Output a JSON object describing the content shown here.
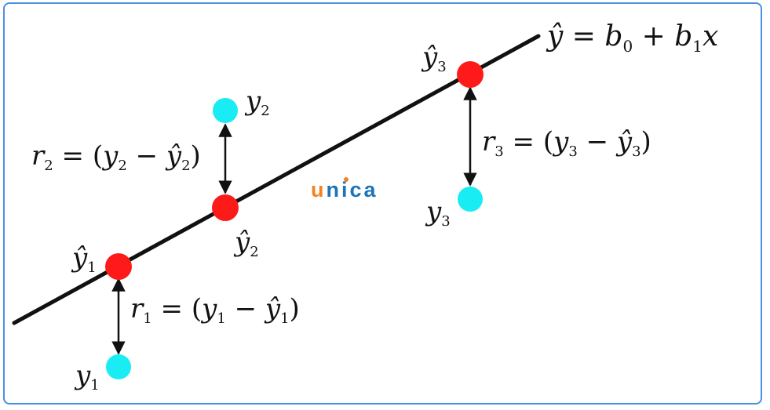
{
  "colors": {
    "line": "#111111",
    "predicted_point": "#ff1a1a",
    "observed_point": "#19ecf2",
    "frame_border": "#4a90e2",
    "logo_orange": "#f58220",
    "logo_blue": "#1f73b7"
  },
  "equation": {
    "yhat": "ŷ",
    "equals": " = ",
    "b": "b",
    "sub0": "0",
    "plus": " + ",
    "b1": "b",
    "sub1": "1",
    "x": "x"
  },
  "points": [
    {
      "observed": "y",
      "predicted": "ŷ",
      "index": "1",
      "residual": "r"
    },
    {
      "observed": "y",
      "predicted": "ŷ",
      "index": "2",
      "residual": "r"
    },
    {
      "observed": "y",
      "predicted": "ŷ",
      "index": "3",
      "residual": "r"
    }
  ],
  "residual_formula": {
    "eq_open": " = (",
    "minus": " − ",
    "close": ")"
  },
  "logo": {
    "u": "u",
    "n": "n",
    "i": "i",
    "ca": "ca"
  }
}
